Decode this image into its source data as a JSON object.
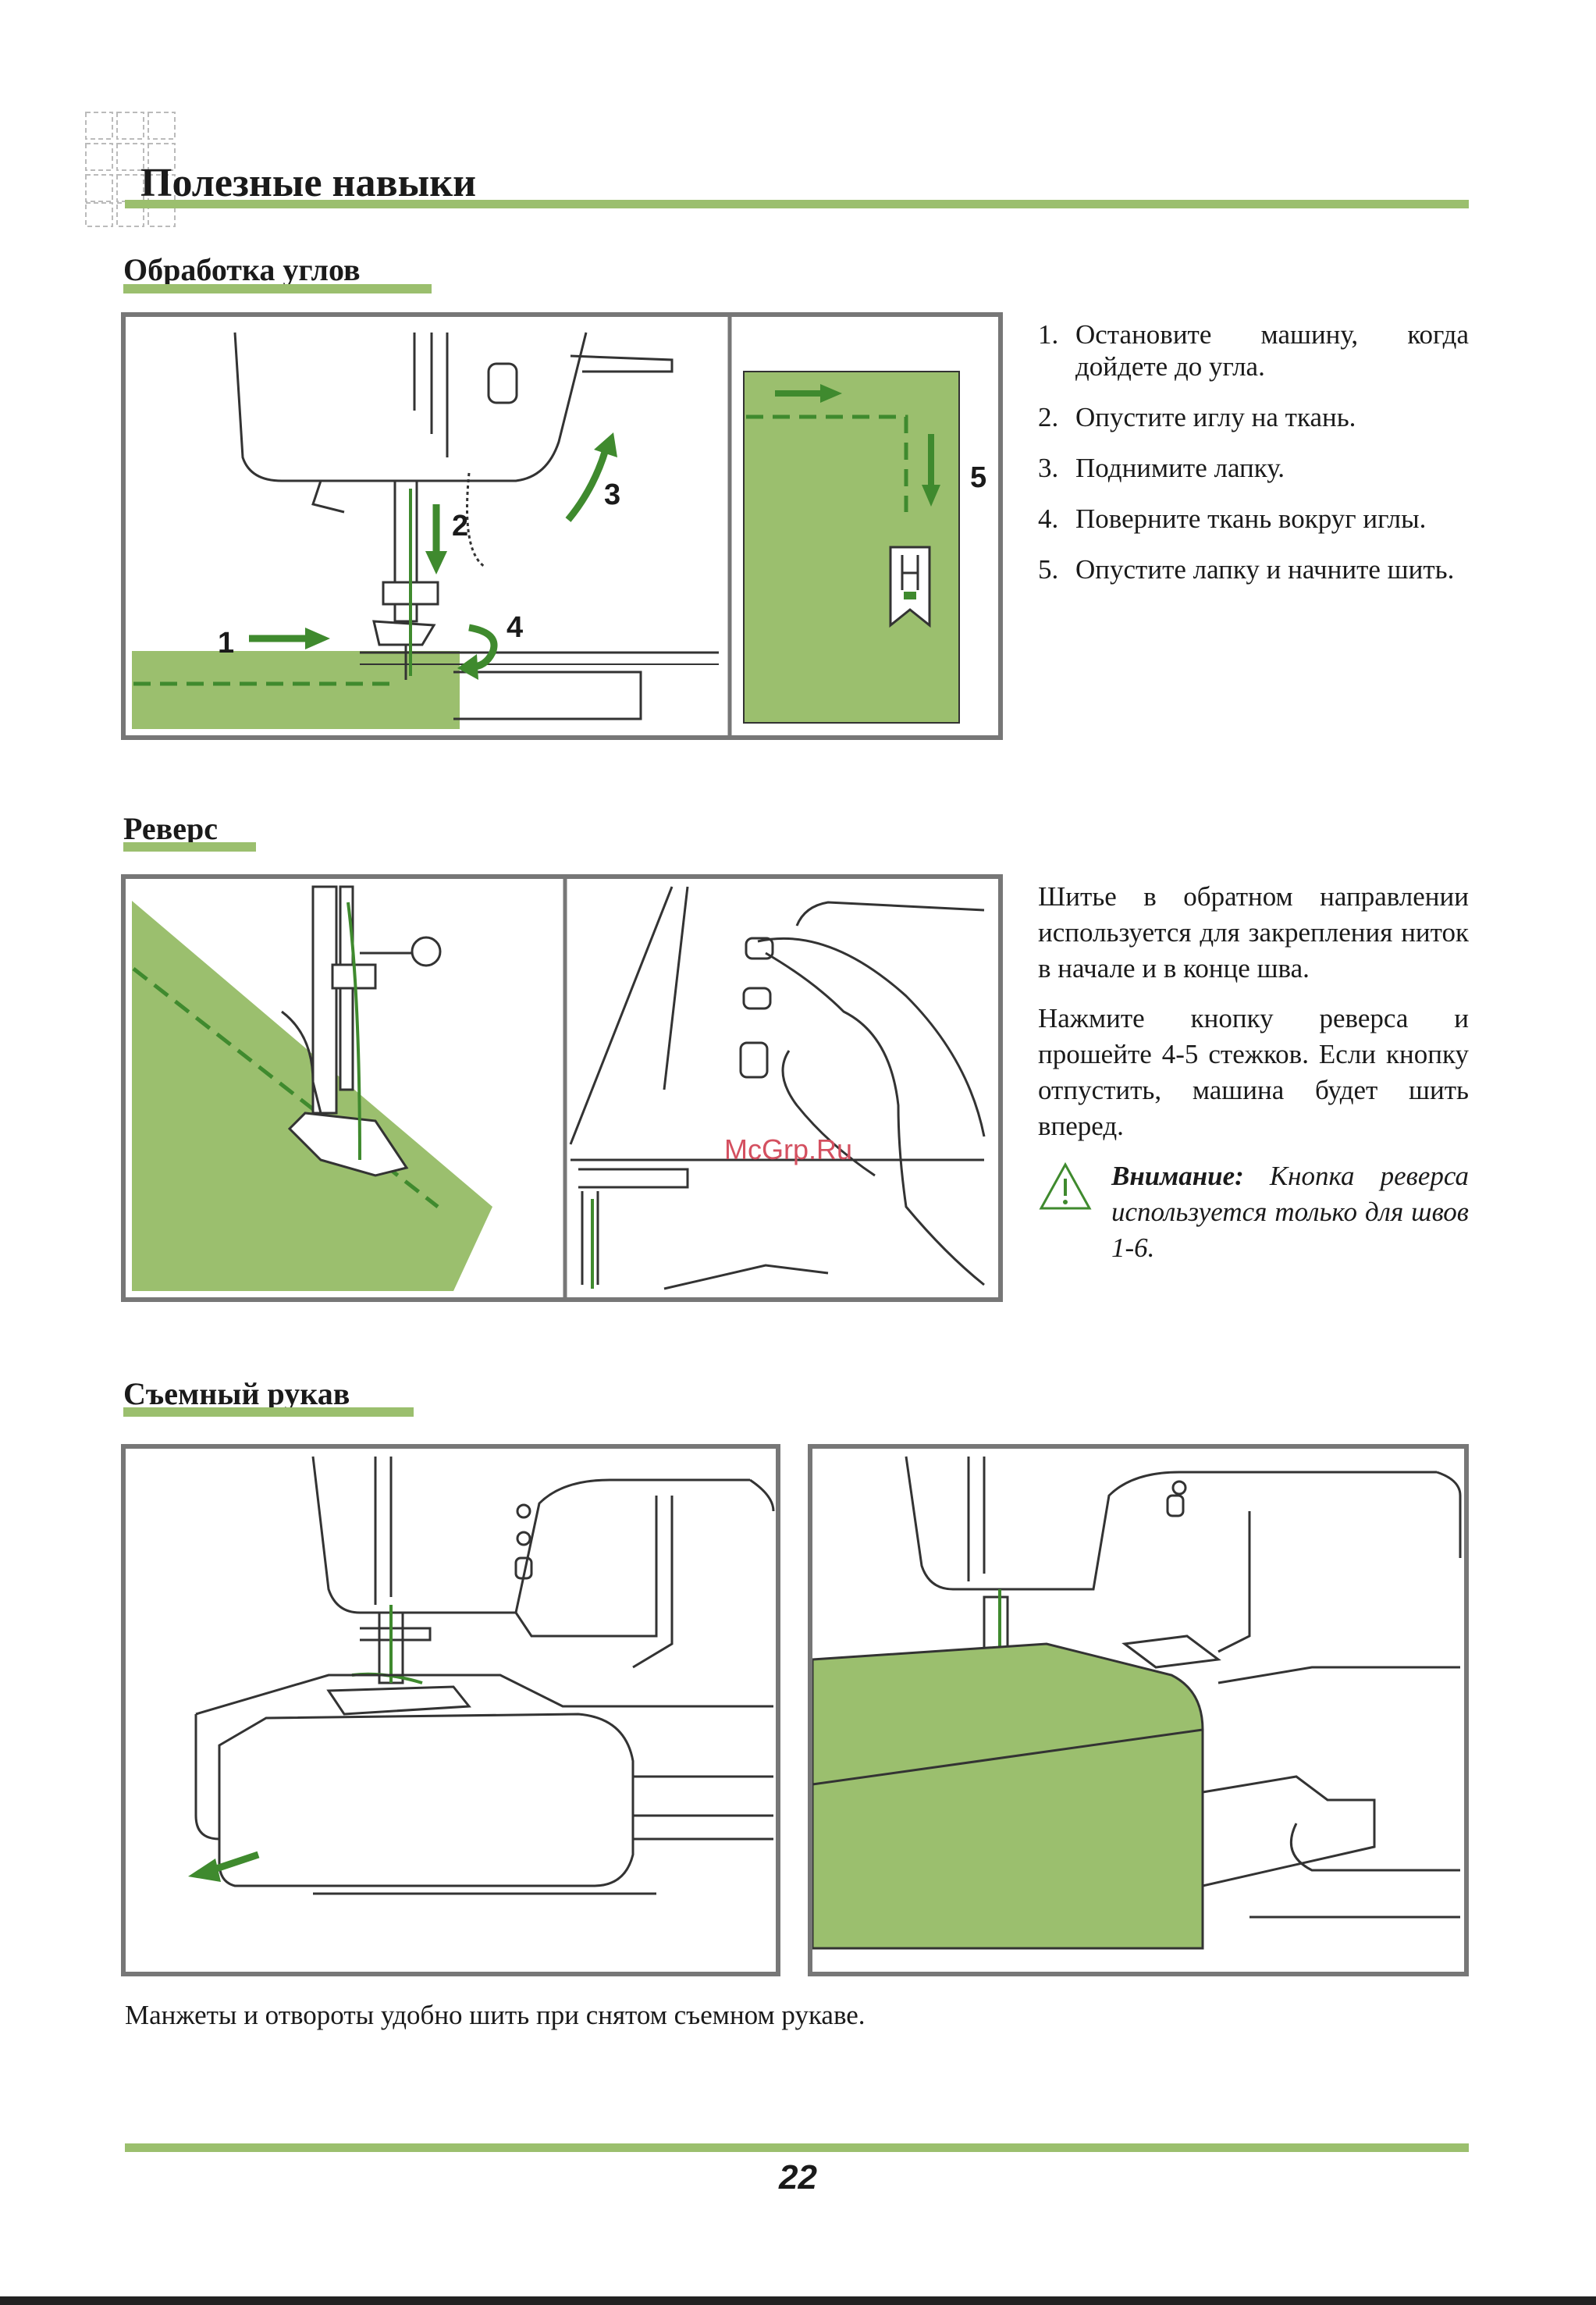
{
  "page": {
    "title": "Полезные навыки",
    "page_number": "22",
    "watermark": "McGrp.Ru"
  },
  "colors": {
    "accent_green": "#9bbf6e",
    "arrow_green": "#3f8a2e",
    "frame_gray": "#777777"
  },
  "corners": {
    "title": "Обработка углов",
    "labels": [
      "1",
      "2",
      "3",
      "4",
      "5"
    ],
    "steps": [
      {
        "num": "1.",
        "text": "Остановите машину, когда дойдете до угла."
      },
      {
        "num": "2.",
        "text": "Опустите иглу на ткань."
      },
      {
        "num": "3.",
        "text": "Поднимите лапку."
      },
      {
        "num": "4.",
        "text": "Поверните ткань вокруг иглы."
      },
      {
        "num": "5.",
        "text": "Опустите лапку и начните шить."
      }
    ]
  },
  "reverse": {
    "title": "Реверс",
    "para1": "Шитье в обратном направлении используется для закрепления ниток в начале и в конце шва.",
    "para2": "Нажмите кнопку реверса и прошейте 4-5 стежков. Если кнопку отпустить, машина будет шить вперед.",
    "warning_label": "Внимание:",
    "warning_text": " Кнопка реверса используется только для швов 1-6.",
    "warning_icon": "warning-triangle-icon"
  },
  "free_arm": {
    "title": "Съемный рукав",
    "caption": "Манжеты и отвороты удобно шить при снятом съемном рукаве."
  }
}
